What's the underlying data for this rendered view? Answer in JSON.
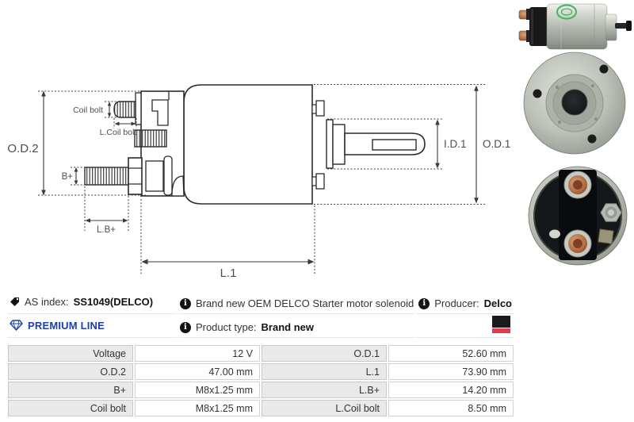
{
  "info_bar": {
    "as_index": {
      "label": "AS index:",
      "value": "SS1049(DELCO)"
    },
    "premium_line": "PREMIUM LINE",
    "description": "Brand new OEM DELCO Starter motor solenoid",
    "product_type": {
      "label": "Product type:",
      "value": "Brand new"
    },
    "producer": {
      "label": "Producer:",
      "value": "Delco"
    }
  },
  "diagram": {
    "labels": {
      "od2": "O.D.2",
      "coil_bolt": "Coil bolt",
      "l_coil_bolt": "L.Coil bolt",
      "b_plus": "B+",
      "l_b_plus": "L.B+",
      "l1": "L.1",
      "id1": "I.D.1",
      "od1": "O.D.1"
    }
  },
  "spec_table": {
    "rows": [
      {
        "label_left": "Voltage",
        "value_left": "12 V",
        "label_right": "O.D.1",
        "value_right": "52.60 mm"
      },
      {
        "label_left": "O.D.2",
        "value_left": "47.00 mm",
        "label_right": "L.1",
        "value_right": "73.90 mm"
      },
      {
        "label_left": "B+",
        "value_left": "M8x1.25 mm",
        "label_right": "L.B+",
        "value_right": "14.20 mm"
      },
      {
        "label_left": "Coil bolt",
        "value_left": "M8x1.25 mm",
        "label_right": "L.Coil bolt",
        "value_right": "8.50 mm"
      }
    ]
  },
  "colors": {
    "premium_blue": "#1d3fa8",
    "logo_black": "#1a1a1a",
    "logo_red": "#e23b4b",
    "table_label_bg": "#e9e9e9",
    "table_border": "#cccccc",
    "stamp_green": "#2fb04c",
    "copper": "#b5714a"
  }
}
